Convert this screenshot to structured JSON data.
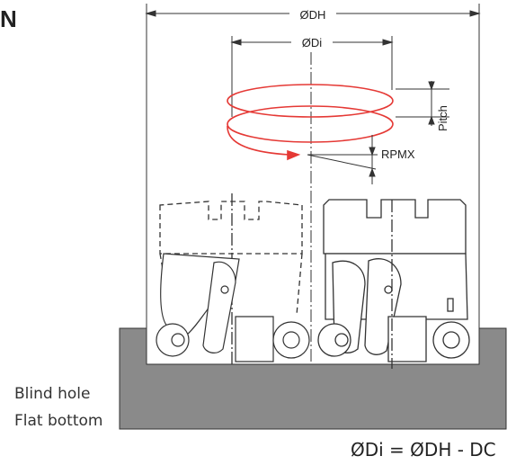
{
  "header_letter": "N",
  "labels": {
    "dh": "ØDH",
    "di": "ØDi",
    "pitch": "Pitch",
    "rpmx": "RPMX"
  },
  "side_notes": [
    "Blind hole",
    "Flat bottom"
  ],
  "formula": "ØDi = ØDH - DC",
  "colors": {
    "helix": "#e53935",
    "workpiece": "#8a8a8a",
    "line": "#333333"
  }
}
